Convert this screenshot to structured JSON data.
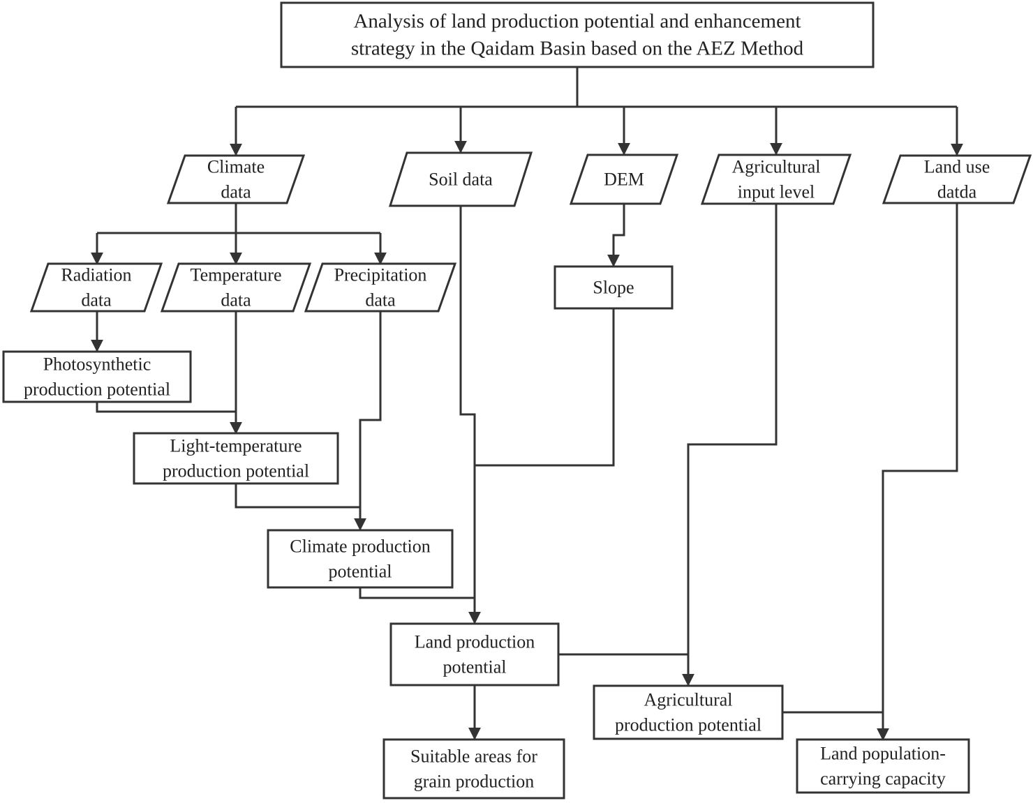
{
  "title": [
    "Analysis of land production potential and enhancement",
    "strategy in the Qaidam Basin based on the AEZ Method"
  ],
  "data_sources": {
    "climate": [
      "Climate",
      "data"
    ],
    "soil": [
      "Soil data"
    ],
    "dem": [
      "DEM"
    ],
    "agri_input": [
      "Agricultural",
      "input level"
    ],
    "land_use": [
      "Land use",
      "datda"
    ]
  },
  "climate_factors": {
    "radiation": [
      "Radiation",
      "data"
    ],
    "temperature": [
      "Temperature",
      "data"
    ],
    "precipitation": [
      "Precipitation",
      "data"
    ]
  },
  "processes": {
    "slope": [
      "Slope"
    ],
    "photosynthetic": [
      "Photosynthetic",
      "production potential"
    ],
    "light_temp": [
      "Light-temperature",
      "production potential"
    ],
    "climate_prod": [
      "Climate production",
      "potential"
    ],
    "land_prod": [
      "Land production",
      "potential"
    ],
    "agri_prod": [
      "Agricultural",
      "production potential"
    ]
  },
  "outputs": {
    "grain_areas": [
      "Suitable areas for",
      "grain production"
    ],
    "carrying_capacity": [
      "Land population-",
      "carrying capacity"
    ]
  },
  "colors": {
    "stroke": "#333333",
    "text": "#222222",
    "fill": "#ffffff"
  }
}
